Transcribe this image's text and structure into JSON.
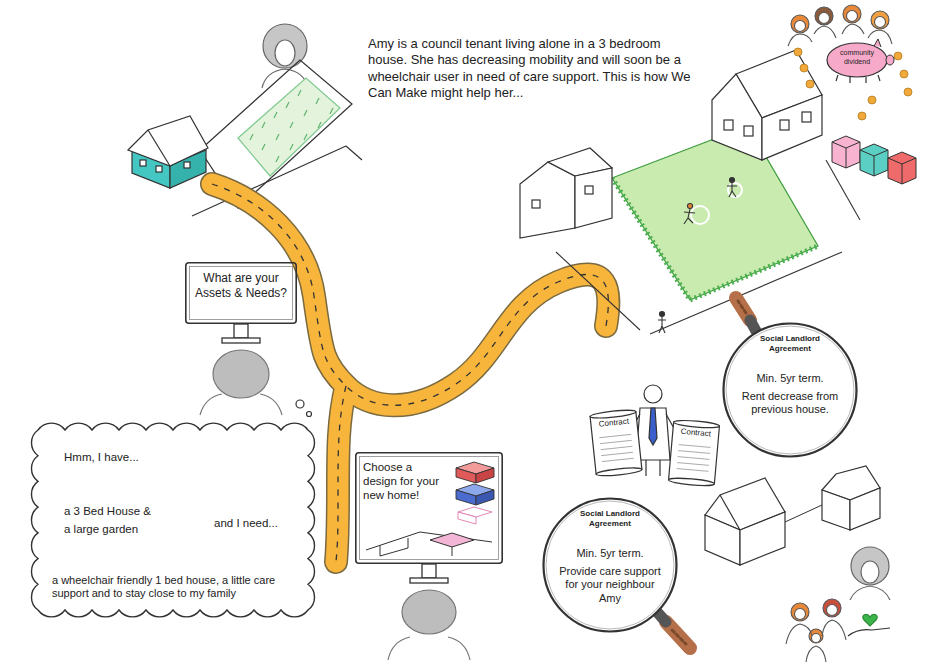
{
  "diagram": {
    "nodes": [
      {
        "text": [
          "What are your Assets & Needs?"
        ]
      },
      {
        "text": [
          "Hmm, I have...",
          "a 3 Bed House &",
          "a large garden",
          "and I need...",
          "a wheelchair friendly 1 bed house, a little care support and to stay close to my family"
        ]
      },
      {
        "text": [
          "Choose a design for your new home!"
        ]
      },
      {
        "text": [
          "Contract"
        ]
      },
      {
        "text": [
          "Contract"
        ]
      },
      {
        "text": [
          "Social Landlord Agreement",
          "Min. 5yr term.",
          "Rent decrease from previous house."
        ]
      },
      {
        "text": [
          "Social Landlord Agreement",
          "Min. 5yr term.",
          "Provide care support for your neighbour Amy"
        ]
      },
      {
        "text": [
          "community dividend"
        ]
      }
    ],
    "labels": [
      "Amy is a council tenant living alone in a 3 bedroom house. She has decreasing mobility and will soon be a wheelchair user in need of care support. This is how We Can Make might help her..."
    ]
  }
}
